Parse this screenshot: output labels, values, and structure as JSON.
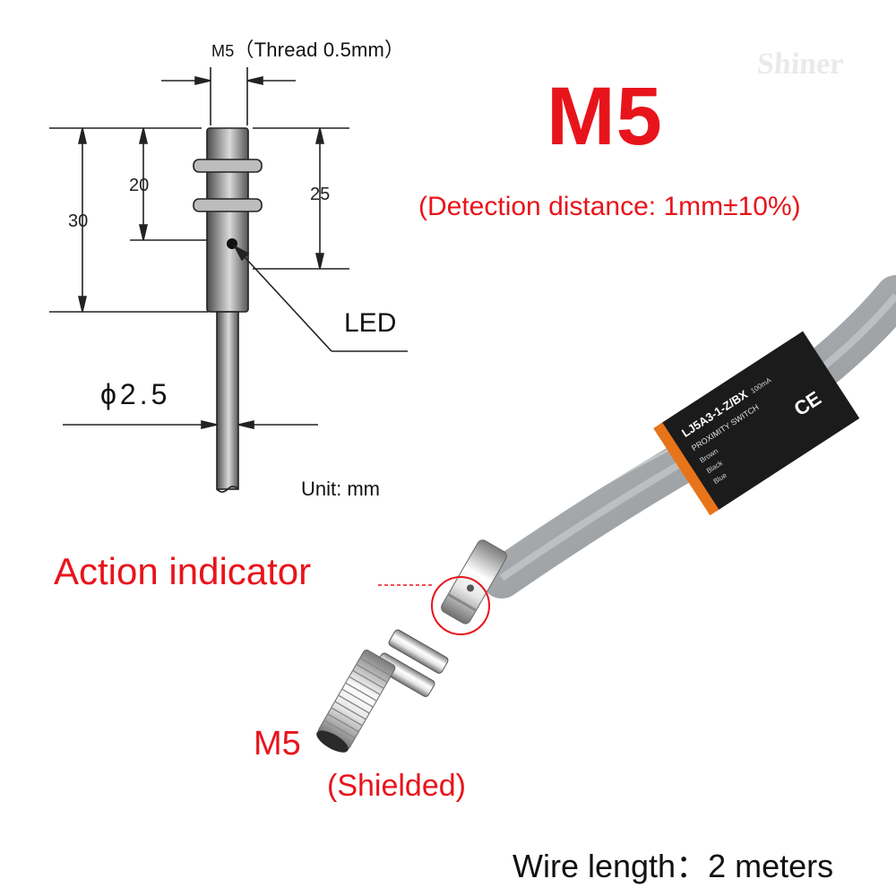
{
  "drawing": {
    "thread_m5": "M5",
    "thread_text": "（Thread 0.5mm）",
    "dim_30": "30",
    "dim_20": "20",
    "dim_25": "25",
    "led": "LED",
    "diameter": "ϕ2.5",
    "unit": "Unit: mm"
  },
  "header": {
    "model": "M5",
    "detection": "(Detection distance: 1mm±10%)",
    "watermark": "Shiner"
  },
  "photo": {
    "action_indicator": "Action indicator",
    "m5": "M5",
    "shielded": "(Shielded)",
    "label_lines": [
      "LJ5A3-1-Z/BX",
      "PROXIMITY SWITCH",
      "Brown",
      "Black",
      "Blue",
      "100mA"
    ],
    "ce": "CE"
  },
  "footer": {
    "wire_length": "Wire length：2 meters"
  },
  "colors": {
    "accent_red": "#e8141b",
    "cable_grey": "#a3a7aa",
    "label_orange": "#e8741a"
  }
}
